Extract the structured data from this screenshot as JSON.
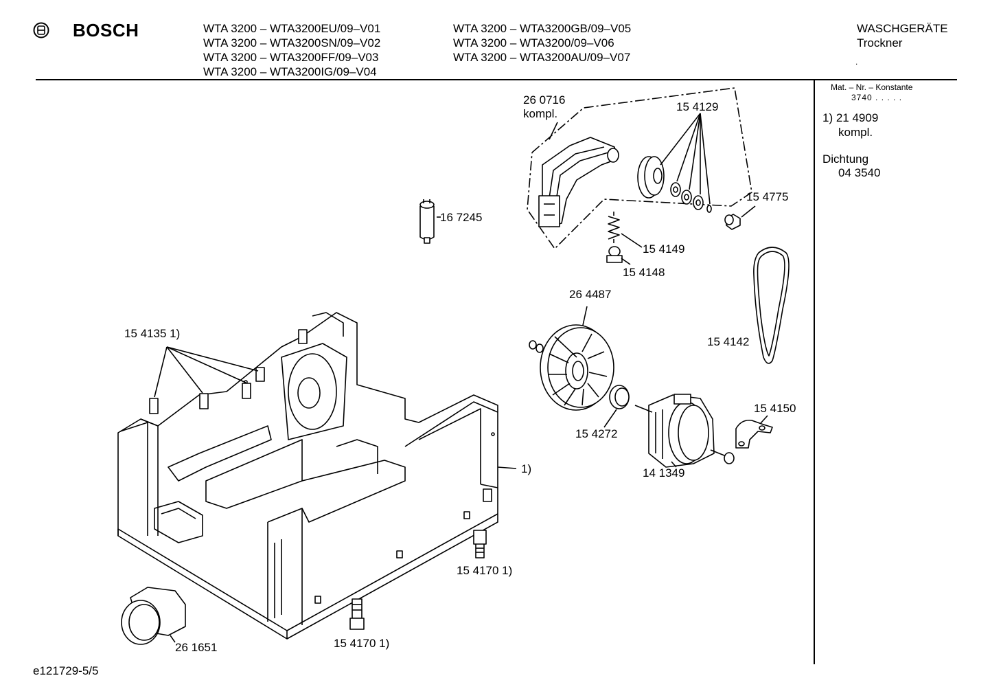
{
  "header": {
    "brand": "BOSCH",
    "models_col1": [
      "WTA 3200 – WTA3200EU/09–V01",
      "WTA 3200 – WTA3200SN/09–V02",
      "WTA 3200 – WTA3200FF/09–V03",
      "WTA 3200 – WTA3200IG/09–V04"
    ],
    "models_col2": [
      "WTA 3200 – WTA3200GB/09–V05",
      "WTA 3200 – WTA3200/09–V06",
      "WTA 3200 – WTA3200AU/09–V07"
    ],
    "category": "WASCHGERÄTE",
    "subcategory": "Trockner",
    "dot": "."
  },
  "sidebar": {
    "mat_title": "Mat. – Nr. – Konstante",
    "mat_value": "3740 . . . . .",
    "note1_num": "1) 21 4909",
    "note1_text": "kompl.",
    "seal_label": "Dichtung",
    "seal_num": "04 3540"
  },
  "labels": {
    "l260716a": "26 0716",
    "l260716b": "kompl.",
    "l154129": "15 4129",
    "l154775": "15 4775",
    "l167245": "16 7245",
    "l154149": "15 4149",
    "l154148": "15 4148",
    "l264487": "26 4487",
    "l154142": "15 4142",
    "l154135": "15 4135 1)",
    "l154150": "15 4150",
    "l154272": "15 4272",
    "l141349": "14 1349",
    "l1": "1)",
    "l154170a": "15 4170 1)",
    "l154170b": "15 4170 1)",
    "l261651": "26 1651"
  },
  "footer": {
    "code": "e121729-5/5"
  }
}
